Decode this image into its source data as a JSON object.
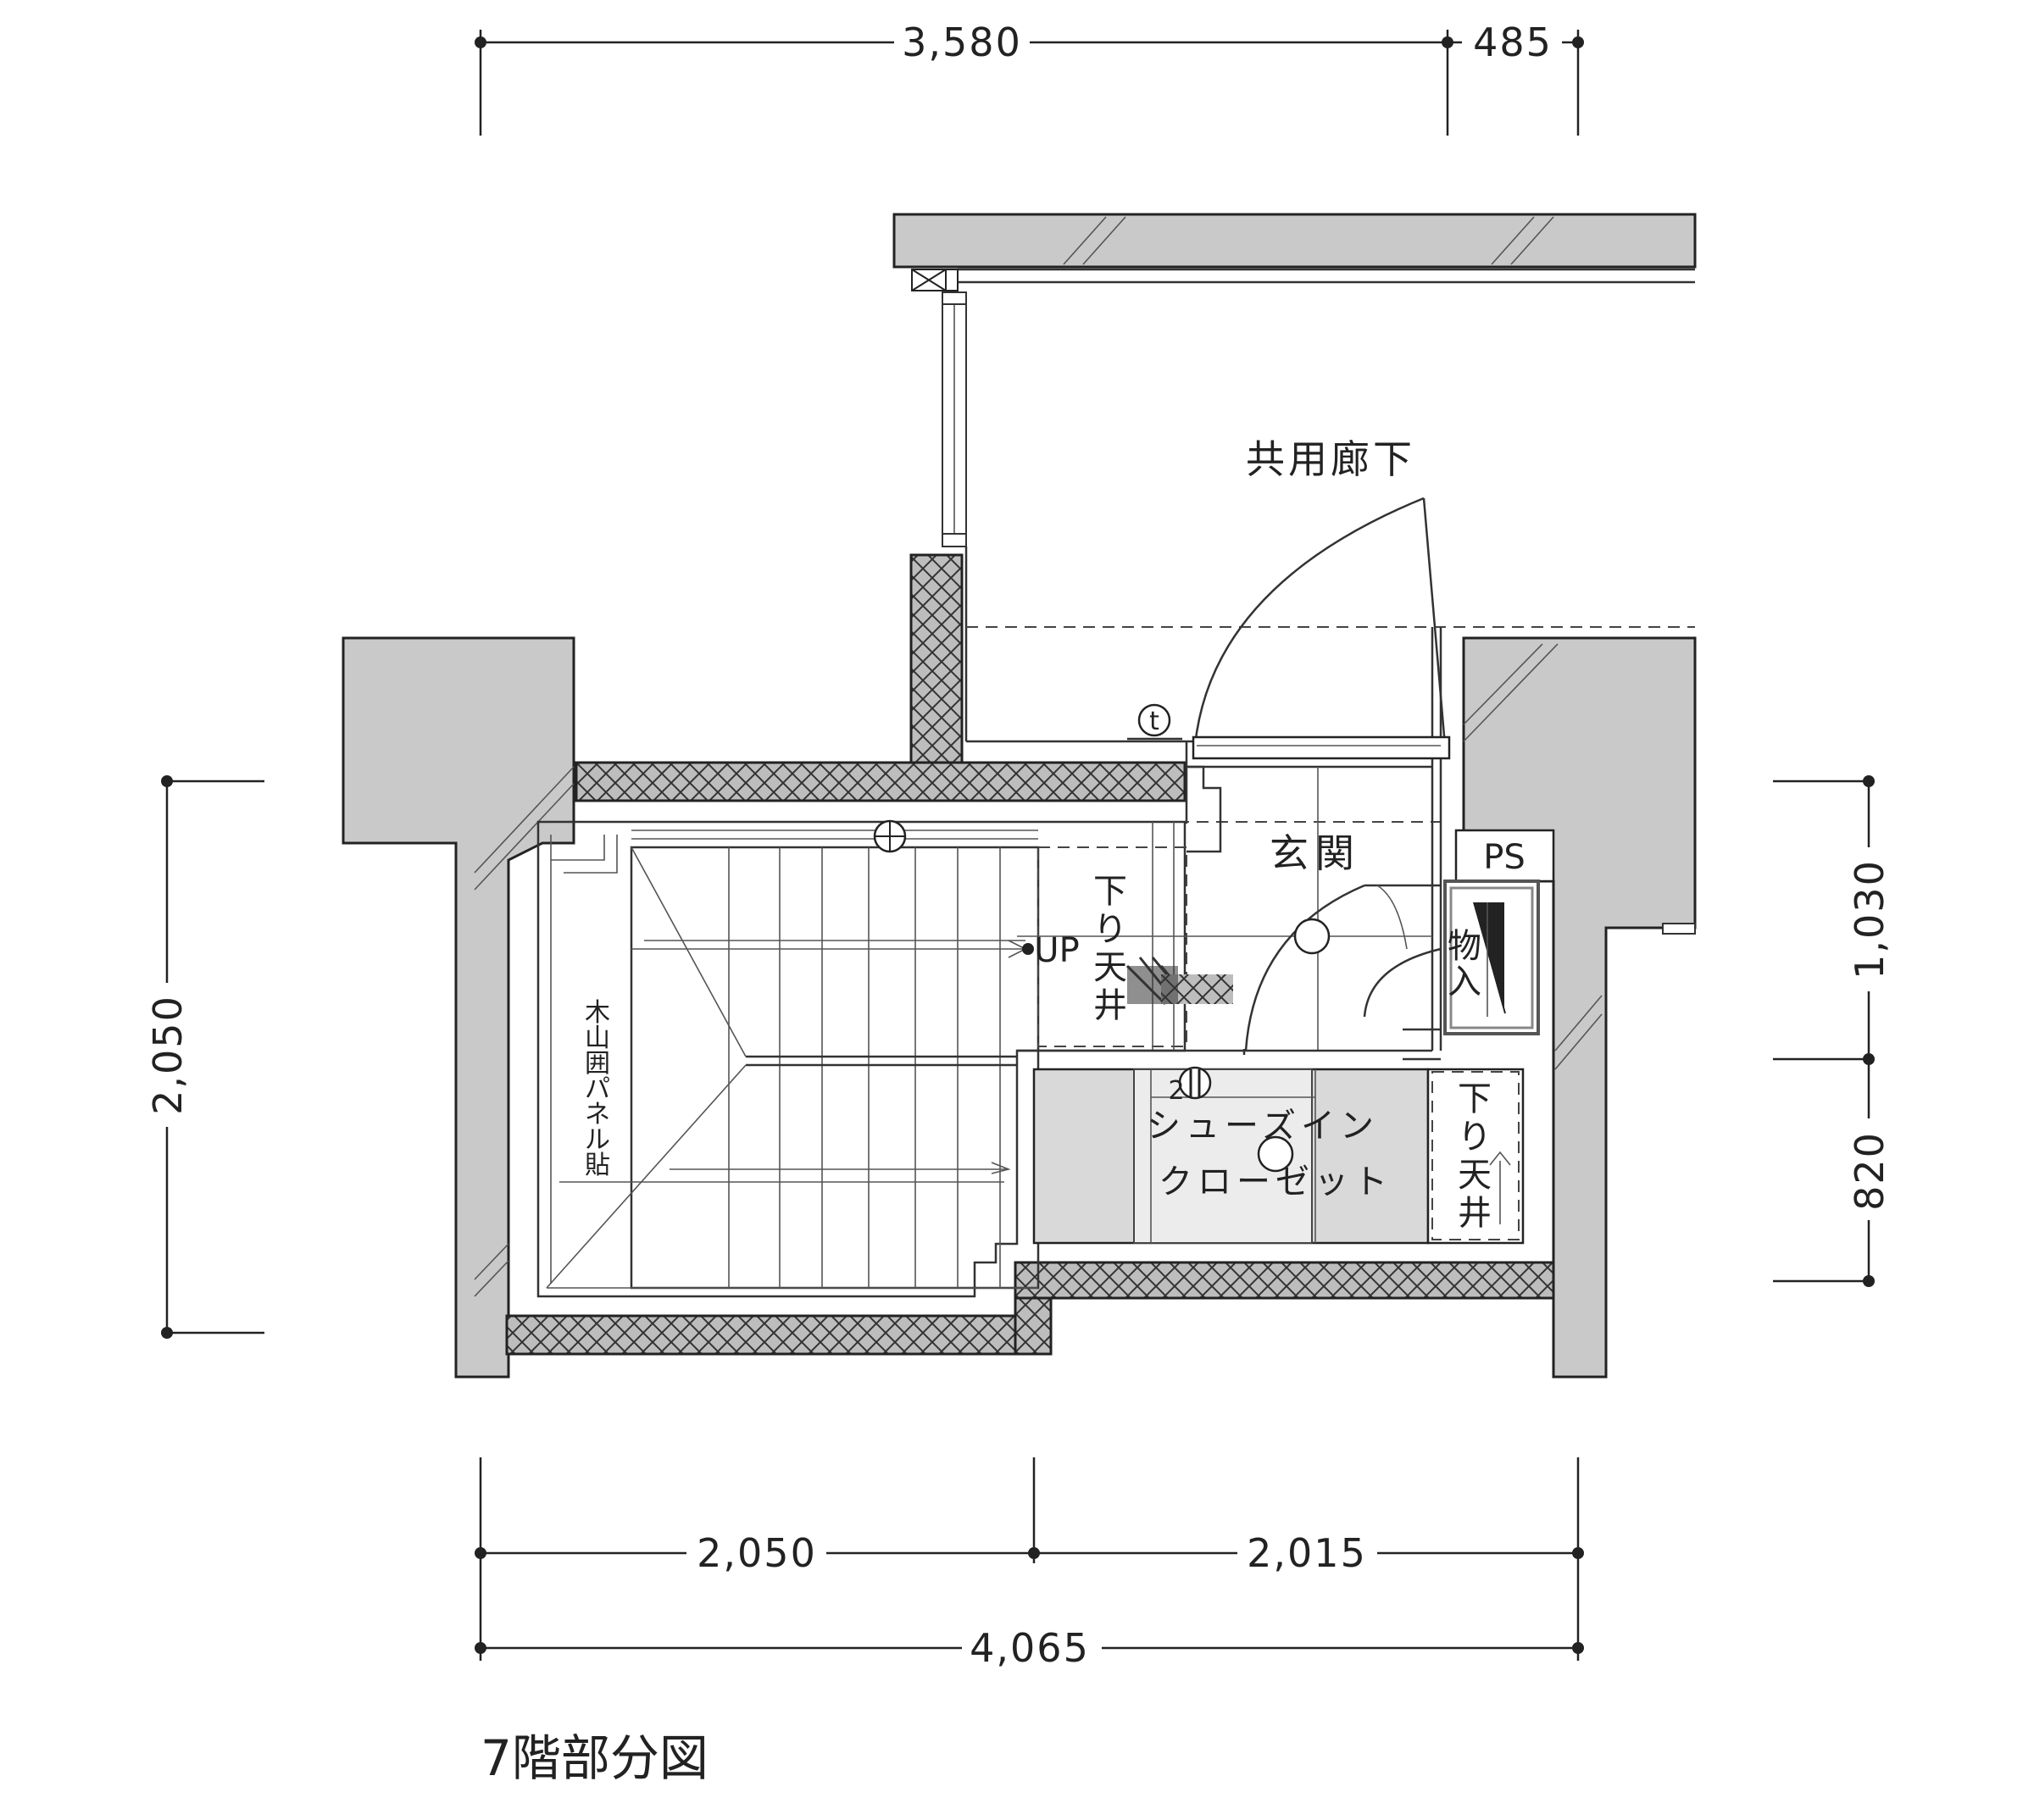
{
  "dimensions": {
    "top": {
      "left_span": "3,580",
      "right_span": "485"
    },
    "bottom": {
      "left_span": "2,050",
      "right_span": "2,015",
      "total": "4,065"
    },
    "left": {
      "height": "2,050"
    },
    "right": {
      "upper": "1,030",
      "lower": "820"
    }
  },
  "labels": {
    "corridor": "共用廊下",
    "entrance": "玄関",
    "ps": "PS",
    "up": "UP",
    "ceiling_drop_1": [
      "下",
      "り",
      "天",
      "井"
    ],
    "ceiling_drop_2": [
      "下",
      "り",
      "天",
      "井"
    ],
    "storage": [
      "物",
      "入"
    ],
    "wall_panel": [
      "木",
      "山",
      "囲",
      "パ",
      "ネ",
      "ル",
      "貼"
    ],
    "closet_line1": "シューズイン",
    "closet_line2": "クローゼット",
    "mark_2": "2",
    "mark_t": "t"
  },
  "caption": "7階部分図"
}
